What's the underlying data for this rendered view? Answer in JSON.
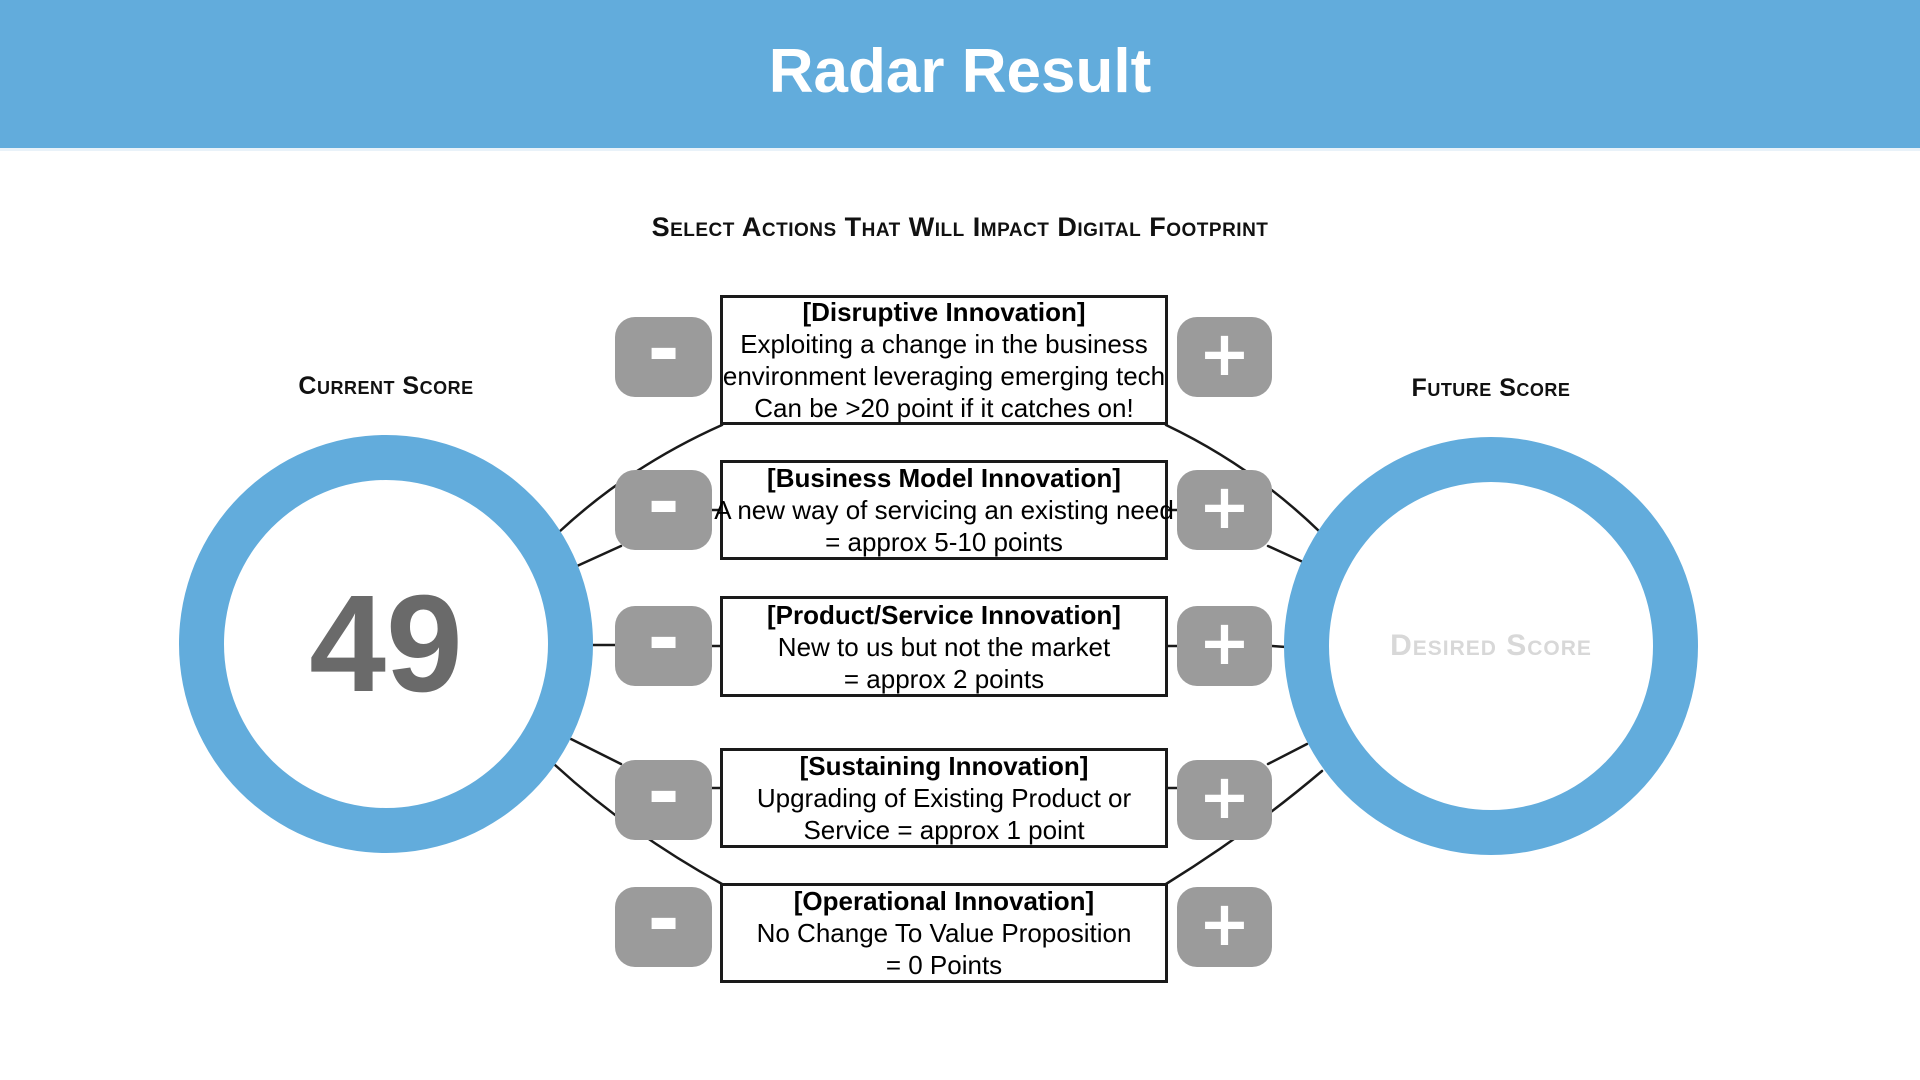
{
  "header": {
    "title": "Radar Result"
  },
  "subtitle": "Select Actions That Will Impact Digital Footprint",
  "current_score": {
    "label": "Current Score",
    "value": "49"
  },
  "future_score": {
    "label": "Future Score",
    "placeholder": "Desired Score"
  },
  "controls": {
    "minus": "-",
    "plus": "+"
  },
  "actions": [
    {
      "title": "[Disruptive Innovation]",
      "lines": [
        "Exploiting a change in the business",
        "environment leveraging emerging tech",
        "Can be >20 point if it catches on!"
      ]
    },
    {
      "title": "[Business Model Innovation]",
      "lines": [
        "A new way of servicing an existing need",
        "= approx 5-10 points"
      ]
    },
    {
      "title": "[Product/Service Innovation]",
      "lines": [
        "New to us but not the market",
        "= approx 2 points"
      ]
    },
    {
      "title": "[Sustaining Innovation]",
      "lines": [
        "Upgrading of Existing Product or",
        "Service = approx 1 point"
      ]
    },
    {
      "title": "[Operational Innovation]",
      "lines": [
        "No Change To Value Proposition",
        "= 0 Points"
      ]
    }
  ],
  "colors": {
    "accent_blue": "#62ACDC",
    "button_gray": "#9B9B9B",
    "score_gray": "#6a6a6a",
    "placeholder_gray": "#d8d8d8",
    "line_black": "#1a1a1a"
  }
}
